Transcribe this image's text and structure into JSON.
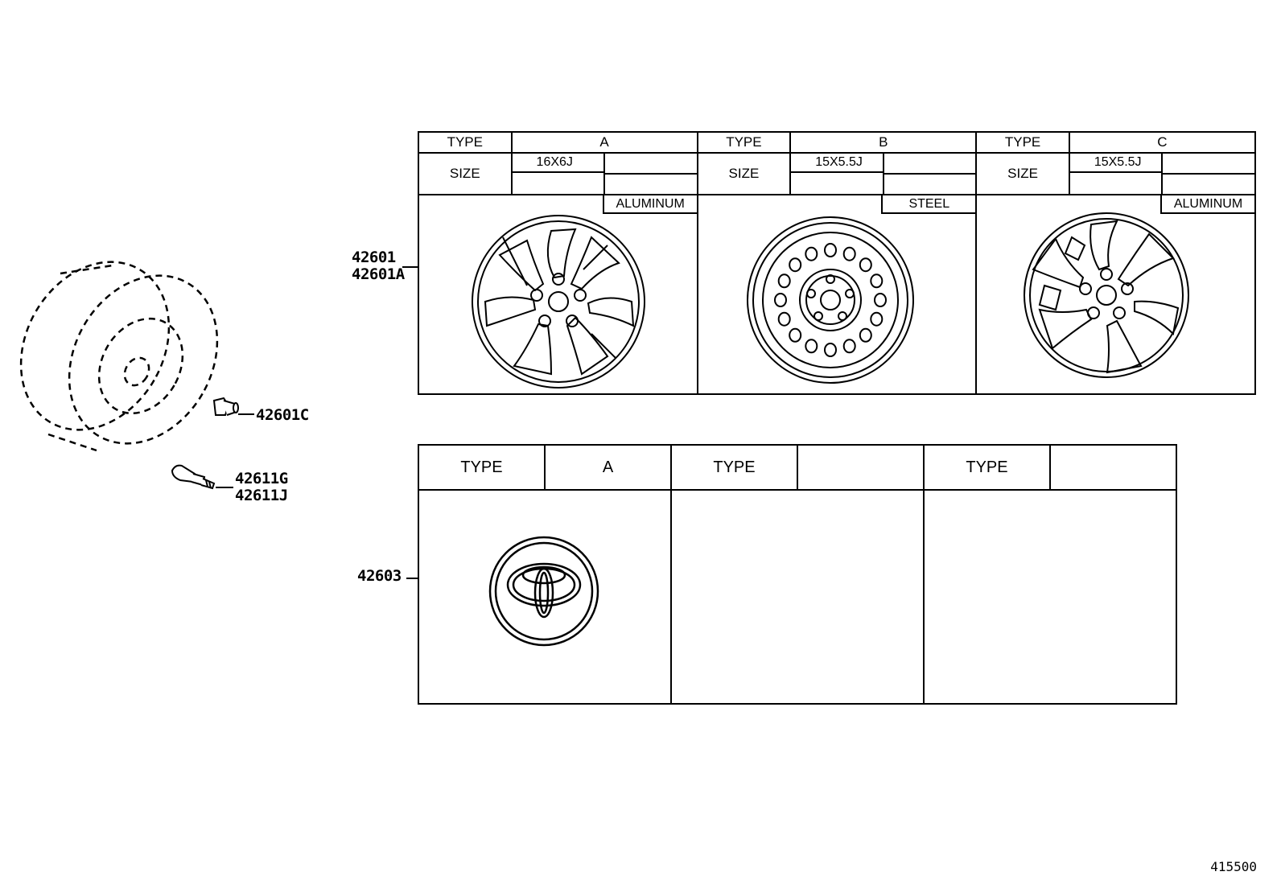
{
  "wheel_table": {
    "columns": [
      {
        "type_label": "TYPE",
        "type_value": "A",
        "size_label": "SIZE",
        "size_value": "16X6J",
        "material": "ALUMINUM"
      },
      {
        "type_label": "TYPE",
        "type_value": "B",
        "size_label": "SIZE",
        "size_value": "15X5.5J",
        "material": "STEEL"
      },
      {
        "type_label": "TYPE",
        "type_value": "C",
        "size_label": "SIZE",
        "size_value": "15X5.5J",
        "material": "ALUMINUM"
      }
    ]
  },
  "cap_table": {
    "columns": [
      {
        "type_label": "TYPE",
        "type_value": "A"
      },
      {
        "type_label": "TYPE",
        "type_value": ""
      },
      {
        "type_label": "TYPE",
        "type_value": ""
      }
    ]
  },
  "part_numbers": {
    "wheel_1": "42601",
    "wheel_2": "42601A",
    "nut": "42601C",
    "valve_1": "42611G",
    "valve_2": "42611J",
    "cap": "42603"
  },
  "figure_ref": "415500",
  "icons": [
    "tire-wheel-icon",
    "wheel-nut-icon",
    "valve-stem-icon",
    "alloy-wheel-a-icon",
    "steel-wheel-b-icon",
    "alloy-wheel-c-icon",
    "toyota-emblem-icon"
  ]
}
